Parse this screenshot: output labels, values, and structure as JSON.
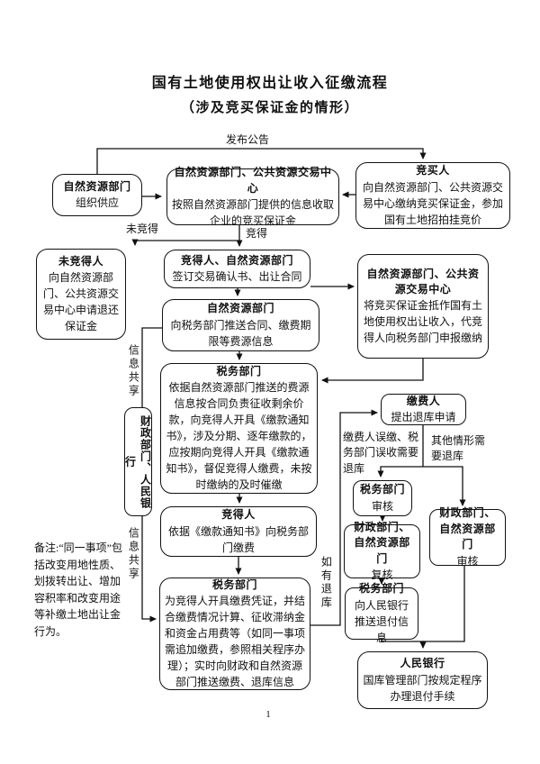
{
  "page": {
    "title": "国有土地使用权出让收入征缴流程",
    "subtitle": "（涉及竞买保证金的情形）",
    "note": "备注:“同一事项”包括改变用地性质、划拨转出让、增加容积率和改变用途等补缴土地出让金行为。",
    "page_number": "1"
  },
  "labels": {
    "publish": "发布公告",
    "not_won": "未竞得",
    "won": "竞得",
    "info_share_top": "信息共享",
    "info_share_bottom": "信息共享",
    "if_refund": "如有退库",
    "mispaid": "缴费人误缴、税务部门误收需要退库",
    "other_refund": "其他情形需要退库"
  },
  "boxes": {
    "org_supply": {
      "title": "自然资源部门",
      "body": "组织供应"
    },
    "collect_deposit": {
      "title": "自然资源部门、公共资源交易中心",
      "body": "按照自然资源部门提供的信息收取企业的竞买保证金"
    },
    "bidder": {
      "title": "竞买人",
      "body": "向自然资源部门、公共资源交易中心缴纳竞买保证金，参加国有土地招拍挂竞价"
    },
    "not_won_person": {
      "title": "未竞得人",
      "body": "向自然资源部门、公共资源交易中心申请退还保证金"
    },
    "sign_contract": {
      "title": "竞得人、自然资源部门",
      "body": "签订交易确认书、出让合同"
    },
    "push_info": {
      "title": "自然资源部门",
      "body": "向税务部门推送合同、缴费期限等费源信息"
    },
    "deposit_offset": {
      "title": "自然资源部门、公共资源交易中心",
      "body": "将竞买保证金抵作国有土地使用权出让收入，代竞得人向税务部门申报缴纳"
    },
    "tax_collect": {
      "title": "税务部门",
      "body": "依据自然资源部门推送的费源信息按合同负责征收剩余价款，向竞得人开具《缴款通知书》，涉及分期、逐年缴款的，应按期向竞得人开具《缴款通知书》，督促竞得人缴费，未按时缴纳的及时催缴"
    },
    "winner_pay": {
      "title": "竞得人",
      "body": "依据《缴款通知书》向税务部门缴费"
    },
    "tax_issue": {
      "title": "税务部门",
      "body": "为竞得人开具缴费凭证，并结合缴费情况计算、征收滞纳金和资金占用费等（如同一事项需追加缴费，参照相关程序办理）；实时向财政和自然资源部门推送缴费、退库信息"
    },
    "finance_pboc": {
      "title": "财政部门、人民银行"
    },
    "payer_refund": {
      "title": "缴费人",
      "body": "提出退库申请"
    },
    "tax_review": {
      "title": "税务部门",
      "body": "审核"
    },
    "finance_recheck": {
      "title": "财政部门、自然资源部门",
      "body": "复核"
    },
    "tax_push_refund": {
      "title": "税务部门",
      "body": "向人民银行推送退付信息"
    },
    "finance_review": {
      "title": "财政部门、自然资源部门",
      "body": "审核"
    },
    "pboc": {
      "title": "人民银行",
      "body": "国库管理部门按规定程序办理退付手续"
    }
  }
}
